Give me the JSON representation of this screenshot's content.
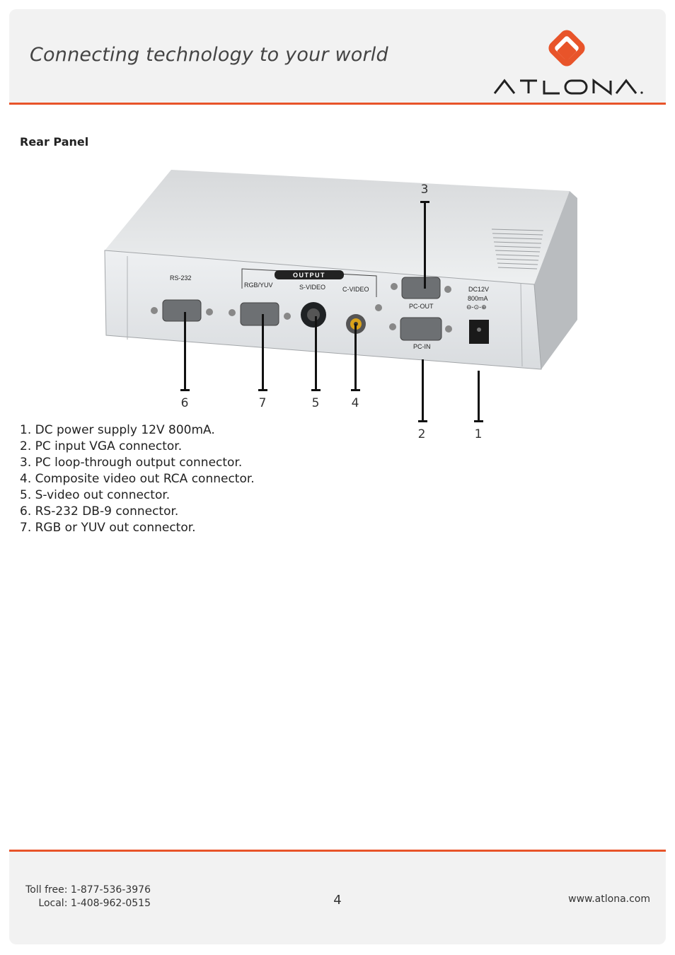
{
  "header": {
    "tagline": "Connecting technology to your world",
    "brand": "ATLONA",
    "accent_color": "#e8542a"
  },
  "section": {
    "title": "Rear Panel"
  },
  "panel_labels": {
    "rs232": "RS-232",
    "output": "OUTPUT",
    "rgbyuv": "RGB/YUV",
    "svideo": "S-VIDEO",
    "cvideo": "C-VIDEO",
    "pcout": "PC-OUT",
    "pcin": "PC-IN",
    "dc_line1": "DC12V",
    "dc_line2": "800mA"
  },
  "callouts": [
    "6",
    "7",
    "5",
    "4",
    "3",
    "2",
    "1"
  ],
  "legend": [
    "1. DC power supply 12V 800mA.",
    "2. PC input VGA connector.",
    "3. PC loop-through output connector.",
    "4. Composite video out RCA connector.",
    "5. S-video out connector.",
    "6. RS-232 DB-9 connector.",
    "7. RGB or YUV out connector."
  ],
  "footer": {
    "toll_free": "Toll free: 1-877-536-3976",
    "local": "Local: 1-408-962-0515",
    "page_number": "4",
    "website": "www.atlona.com"
  }
}
